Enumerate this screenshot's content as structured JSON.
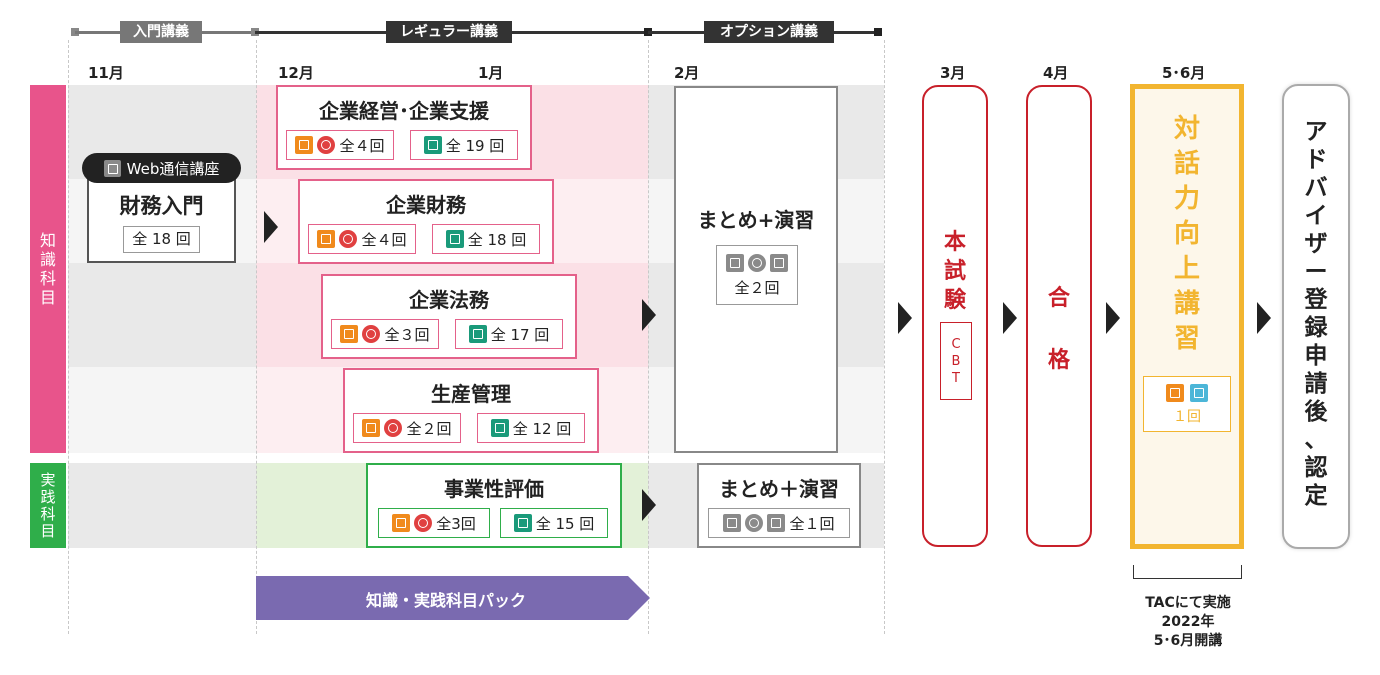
{
  "timeline": {
    "intro_label": "入門講義",
    "regular_label": "レギュラー講義",
    "option_label": "オプション講義",
    "colors": {
      "intro": "#777777",
      "regular": "#333333",
      "option": "#333333"
    }
  },
  "months": {
    "nov": "11月",
    "dec": "12月",
    "jan": "1月",
    "feb": "2月",
    "mar": "3月",
    "apr": "4月",
    "mayjun": "5･6月"
  },
  "categories": {
    "knowledge": [
      "知",
      "識",
      "科",
      "目"
    ],
    "practice": [
      "実",
      "践",
      "科",
      "目"
    ],
    "colors": {
      "knowledge": "#e8548b",
      "practice": "#2fae4a"
    }
  },
  "web_course": {
    "badge": "Web通信講座",
    "title": "財務入門",
    "count": "全 18 回"
  },
  "courses": [
    {
      "title": "企業経営･企業支援",
      "count_a": "全４回",
      "count_b": "全 19 回"
    },
    {
      "title": "企業財務",
      "count_a": "全４回",
      "count_b": "全 18 回"
    },
    {
      "title": "企業法務",
      "count_a": "全３回",
      "count_b": "全 17 回"
    },
    {
      "title": "生産管理",
      "count_a": "全２回",
      "count_b": "全 12 回"
    }
  ],
  "practice_course": {
    "title": "事業性評価",
    "count_a": "全3回",
    "count_b": "全 15 回"
  },
  "summary_knowledge": {
    "title": "まとめ+演習",
    "count": "全２回"
  },
  "summary_practice": {
    "title": "まとめ＋演習",
    "count": "全１回"
  },
  "pack_label": "知識・実践科目パック",
  "exam": {
    "chars": [
      "本",
      "試",
      "験"
    ],
    "cbt": [
      "C",
      "B",
      "T"
    ]
  },
  "pass": {
    "chars": [
      "合",
      "格"
    ]
  },
  "dialogue": {
    "chars": [
      "対",
      "話",
      "力",
      "向",
      "上",
      "講",
      "習"
    ],
    "count": "１回"
  },
  "final": {
    "chars": [
      "ア",
      "ド",
      "バ",
      "イ",
      "ザ",
      "ー",
      "登",
      "録",
      "申",
      "請",
      "後",
      "、",
      "認",
      "定"
    ]
  },
  "tac_note": [
    "TACにて実施",
    "2022年",
    "5･6月開講"
  ],
  "icons": [
    "instructor-icon",
    "video-icon",
    "web-icon",
    "dialogue-icon"
  ],
  "accent_colors": {
    "pink": "#e4618a",
    "green": "#2fae4a",
    "purple": "#7a6ab0",
    "red": "#c8202a",
    "gold": "#f2b530"
  }
}
